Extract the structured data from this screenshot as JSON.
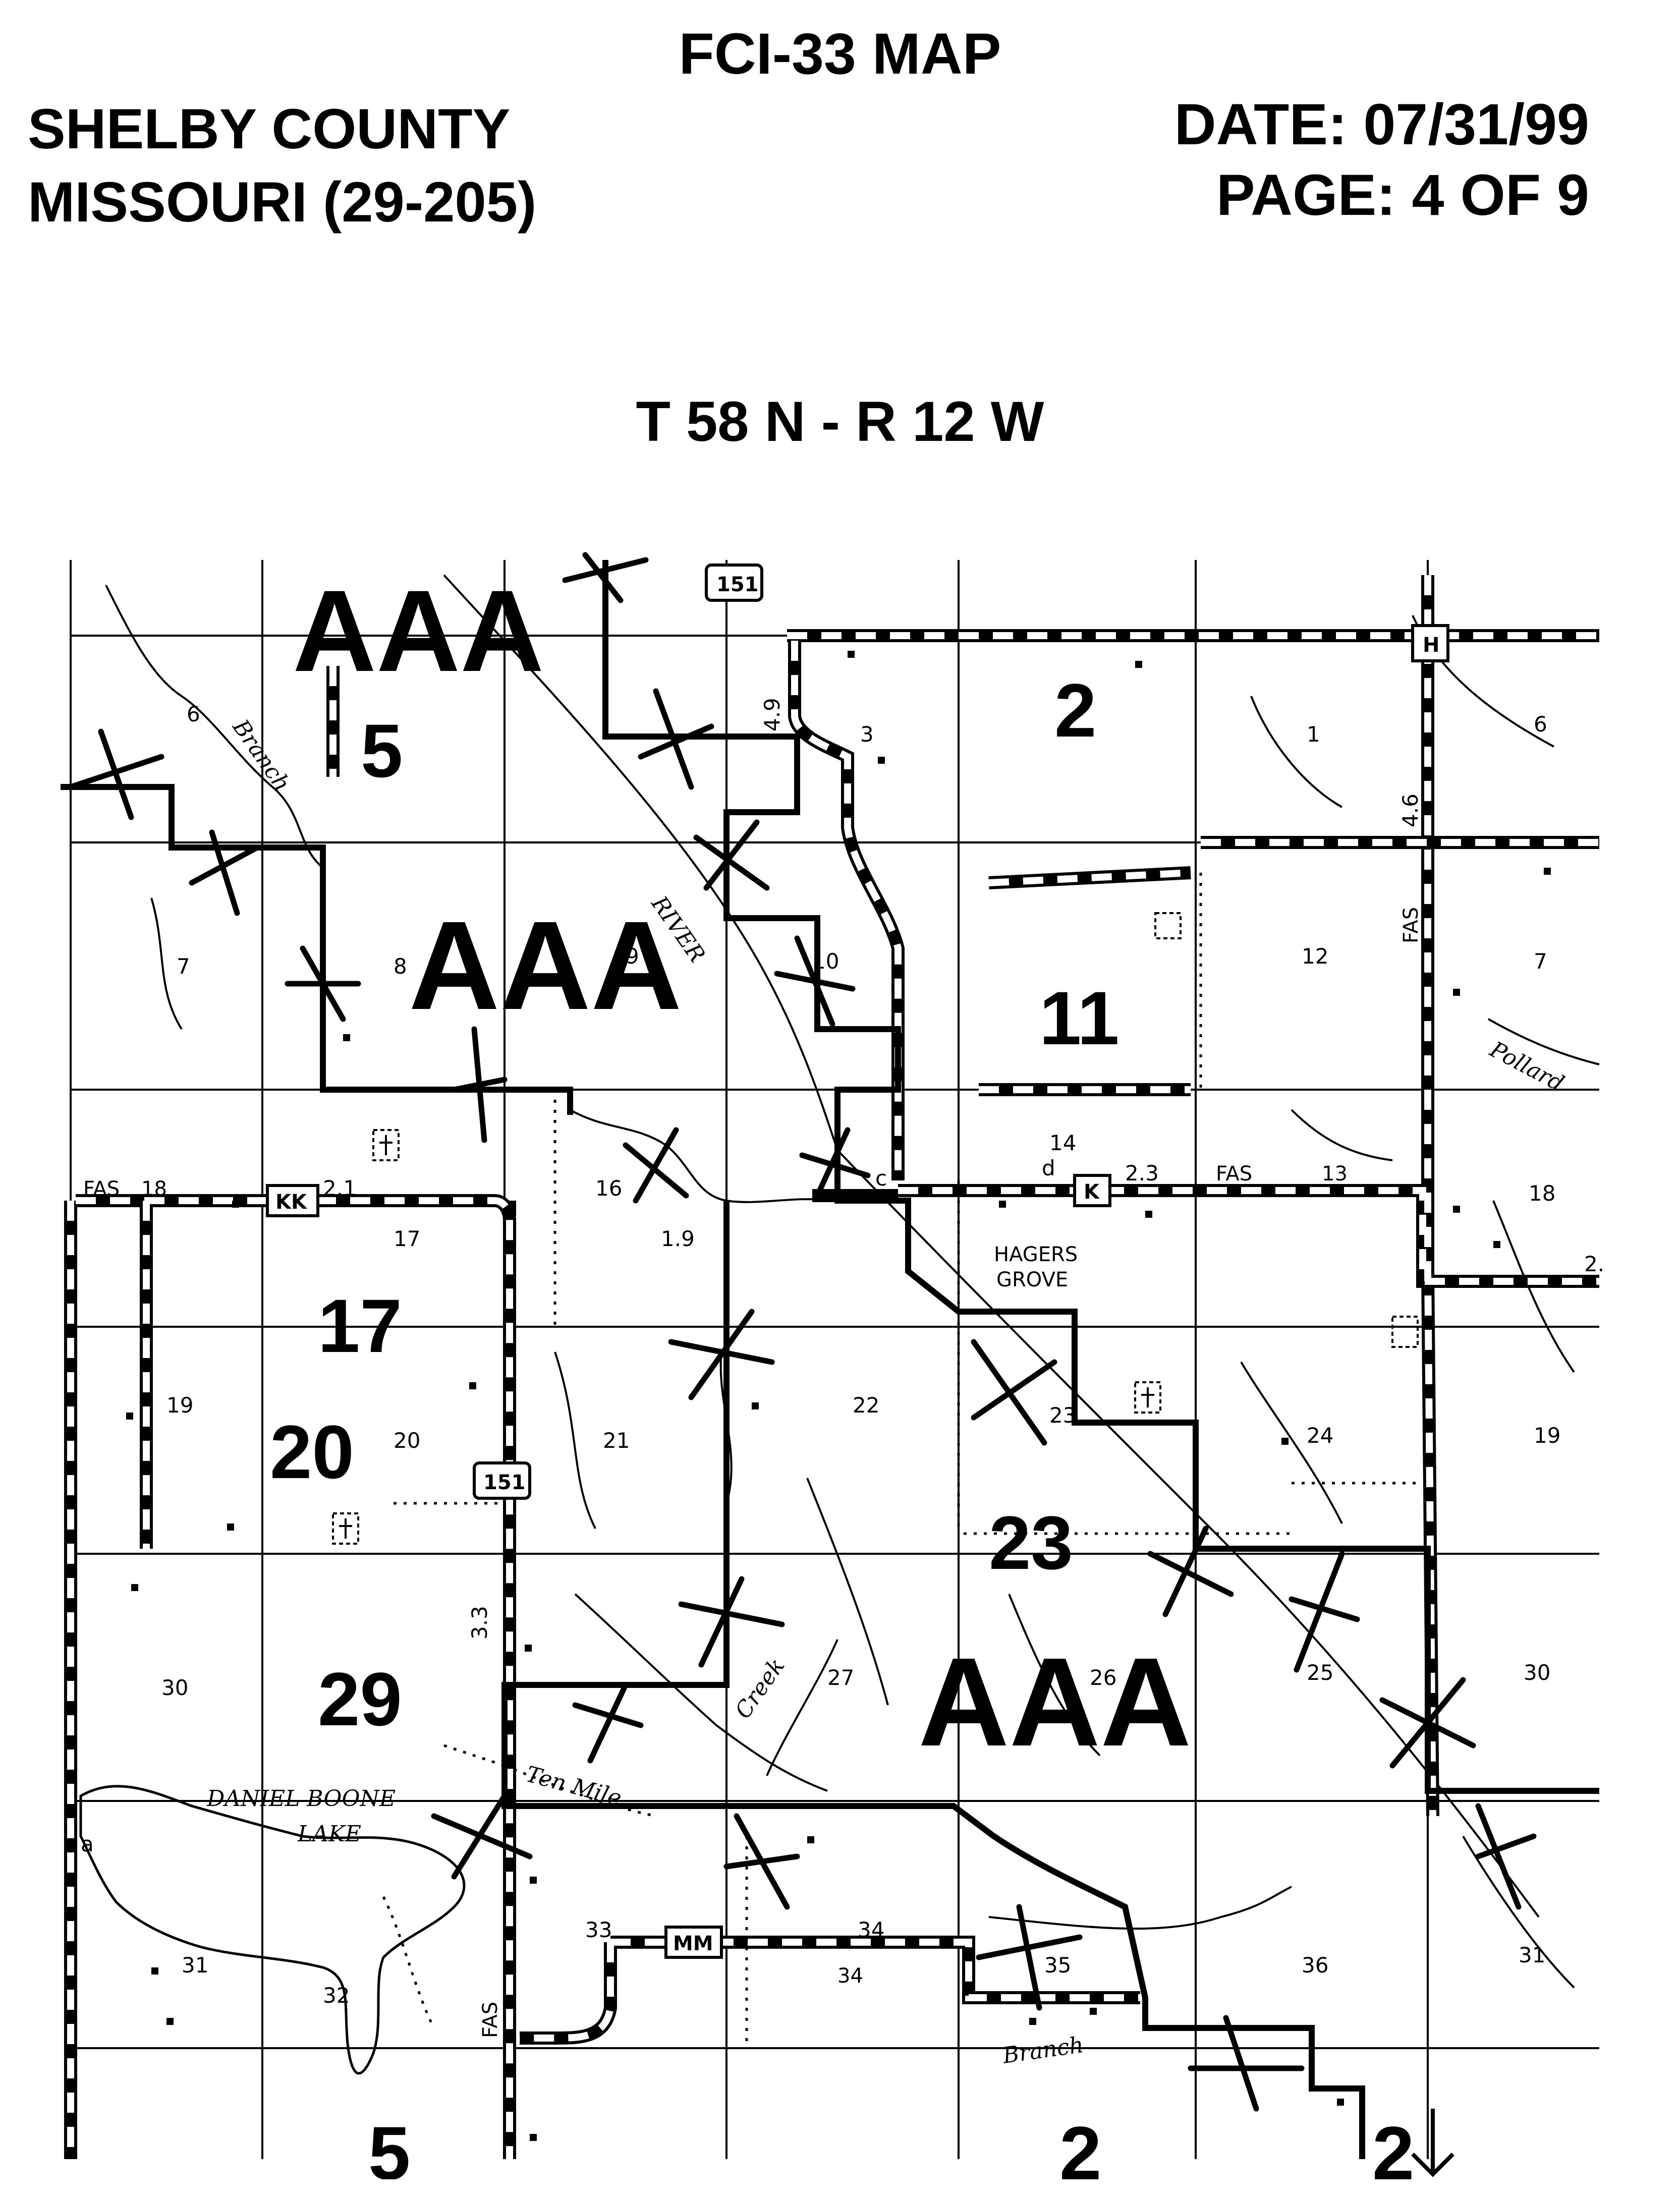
{
  "header": {
    "title": "FCI-33 MAP",
    "county_line1": "SHELBY COUNTY",
    "county_line2": "MISSOURI (29-205)",
    "date": "DATE: 07/31/99",
    "page": "PAGE: 4 OF 9",
    "township": "T 58 N - R 12 W"
  },
  "map": {
    "zone_labels": [
      "AAA",
      "AAA",
      "AAA"
    ],
    "area_numbers": [
      "5",
      "2",
      "11",
      "17",
      "20",
      "23",
      "29",
      "5",
      "2",
      "2"
    ],
    "section_numbers": [
      "6",
      "3",
      "1",
      "6",
      "7",
      "8",
      "9",
      "10",
      "12",
      "7",
      "16",
      "14",
      "18",
      "17",
      "19",
      "20",
      "21",
      "22",
      "23",
      "24",
      "19",
      "30",
      "27",
      "26",
      "25",
      "30",
      "31",
      "32",
      "33",
      "34",
      "35",
      "36",
      "31"
    ],
    "road_numbers": [
      "4.9",
      "4.6",
      "2.1",
      "2.3",
      "1.9",
      "3.3",
      "2."
    ],
    "route_markers": [
      "151",
      "H",
      "KK",
      "K",
      "151",
      "MM"
    ],
    "road_labels": [
      "FAS",
      "18",
      "FAS",
      "13",
      "FAS",
      "FAS",
      "34"
    ],
    "water_labels": [
      "Branch",
      "RIVER",
      "Pollard",
      "Creek",
      "Ten Mile",
      "DANIEL BOONE",
      "LAKE",
      "Branch"
    ],
    "place_labels": [
      "HAGERS",
      "GROVE"
    ],
    "small_labels": [
      "c",
      "d",
      "a"
    ]
  }
}
